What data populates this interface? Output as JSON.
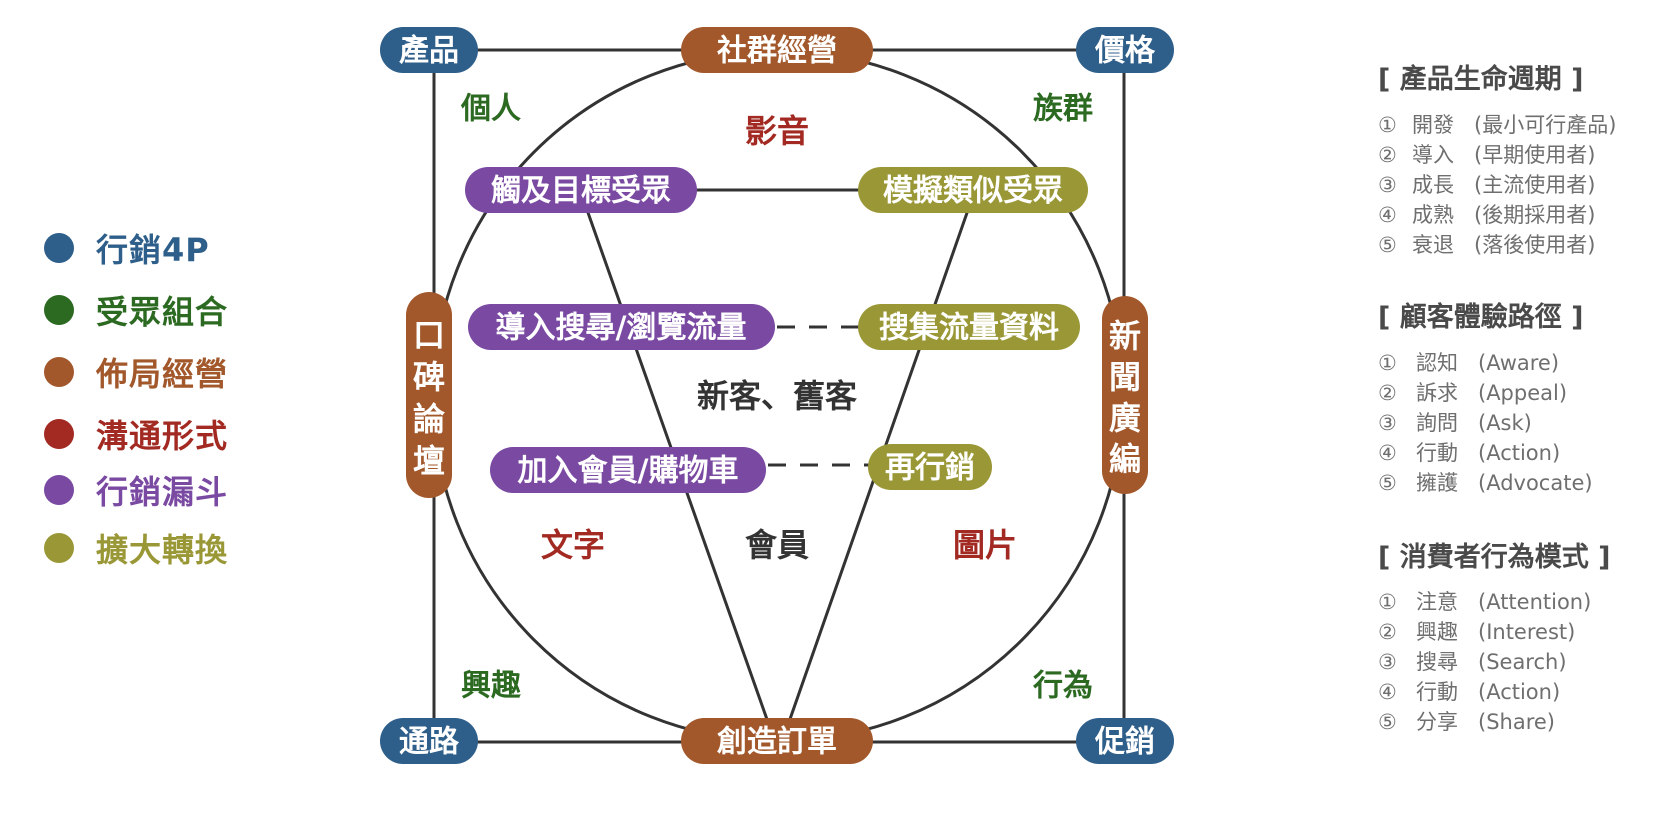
{
  "colors": {
    "blue": "#2e5f8a",
    "green": "#2c6a22",
    "brown": "#a2582b",
    "red": "#a22a22",
    "purple": "#7a4aa3",
    "olive": "#9a9836",
    "line": "#333333",
    "text_dark": "#333333"
  },
  "legend": [
    {
      "label": "行銷4P",
      "color": "#2e5f8a"
    },
    {
      "label": "受眾組合",
      "color": "#2c6a22"
    },
    {
      "label": "佈局經營",
      "color": "#a2582b"
    },
    {
      "label": "溝通形式",
      "color": "#a22a22"
    },
    {
      "label": "行銷漏斗",
      "color": "#7a4aa3"
    },
    {
      "label": "擴大轉換",
      "color": "#9a9836"
    }
  ],
  "diagram": {
    "corners": {
      "product": "產品",
      "price": "價格",
      "place": "通路",
      "promotion": "促銷"
    },
    "layout_nodes": {
      "community": "社群經營",
      "order": "創造訂單",
      "forum": "口碑論壇",
      "news": "新聞廣編"
    },
    "audience": {
      "personal": "個人",
      "group": "族群",
      "interest": "興趣",
      "behavior": "行為"
    },
    "formats": {
      "video": "影音",
      "text": "文字",
      "image": "圖片"
    },
    "funnel": {
      "reach": "觸及目標受眾",
      "search": "導入搜尋/瀏覽流量",
      "join": "加入會員/購物車"
    },
    "conversion": {
      "lookalike": "模擬類似受眾",
      "collect": "搜集流量資料",
      "retarget": "再行銷"
    },
    "center": {
      "customers": "新客、舊客",
      "members": "會員"
    }
  },
  "panels": [
    {
      "title": "[ 產品生命週期 ]",
      "items": [
        {
          "num": "①",
          "term": "開發",
          "desc": "(最小可行產品)"
        },
        {
          "num": "②",
          "term": "導入",
          "desc": "(早期使用者)"
        },
        {
          "num": "③",
          "term": "成長",
          "desc": "(主流使用者)"
        },
        {
          "num": "④",
          "term": "成熟",
          "desc": "(後期採用者)"
        },
        {
          "num": "⑤",
          "term": "衰退",
          "desc": "(落後使用者)"
        }
      ]
    },
    {
      "title": "[ 顧客體驗路徑 ]",
      "items": [
        {
          "num": "①",
          "term": "認知",
          "desc": "(Aware)"
        },
        {
          "num": "②",
          "term": "訴求",
          "desc": "(Appeal)"
        },
        {
          "num": "③",
          "term": "詢問",
          "desc": "(Ask)"
        },
        {
          "num": "④",
          "term": "行動",
          "desc": "(Action)"
        },
        {
          "num": "⑤",
          "term": "擁護",
          "desc": "(Advocate)"
        }
      ]
    },
    {
      "title": "[ 消費者行為模式 ]",
      "items": [
        {
          "num": "①",
          "term": "注意",
          "desc": "(Attention)"
        },
        {
          "num": "②",
          "term": "興趣",
          "desc": "(Interest)"
        },
        {
          "num": "③",
          "term": "搜尋",
          "desc": "(Search)"
        },
        {
          "num": "④",
          "term": "行動",
          "desc": "(Action)"
        },
        {
          "num": "⑤",
          "term": "分享",
          "desc": "(Share)"
        }
      ]
    }
  ]
}
